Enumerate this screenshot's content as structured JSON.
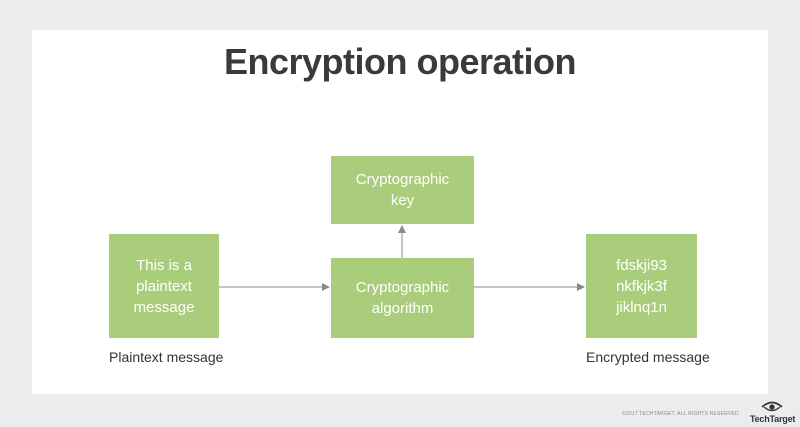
{
  "title": "Encryption operation",
  "boxes": {
    "plaintext": "This is a\nplaintext\nmessage",
    "key": "Cryptographic\nkey",
    "algorithm": "Cryptographic\nalgorithm",
    "ciphertext": "fdskji93\nnkfkjk3f\njiklnq1n"
  },
  "captions": {
    "plaintext": "Plaintext message",
    "encrypted": "Encrypted message"
  },
  "footer": {
    "copyright": "©2017 TECHTARGET. ALL RIGHTS RESERVED",
    "brand": "TechTarget"
  },
  "colors": {
    "box_fill": "#a9cd7b",
    "box_text": "#ffffff",
    "arrow": "#8a8a8a",
    "title": "#3a3a3a",
    "background": "#ececec",
    "panel": "#ffffff"
  },
  "icons": {
    "logo": "eye-icon"
  }
}
